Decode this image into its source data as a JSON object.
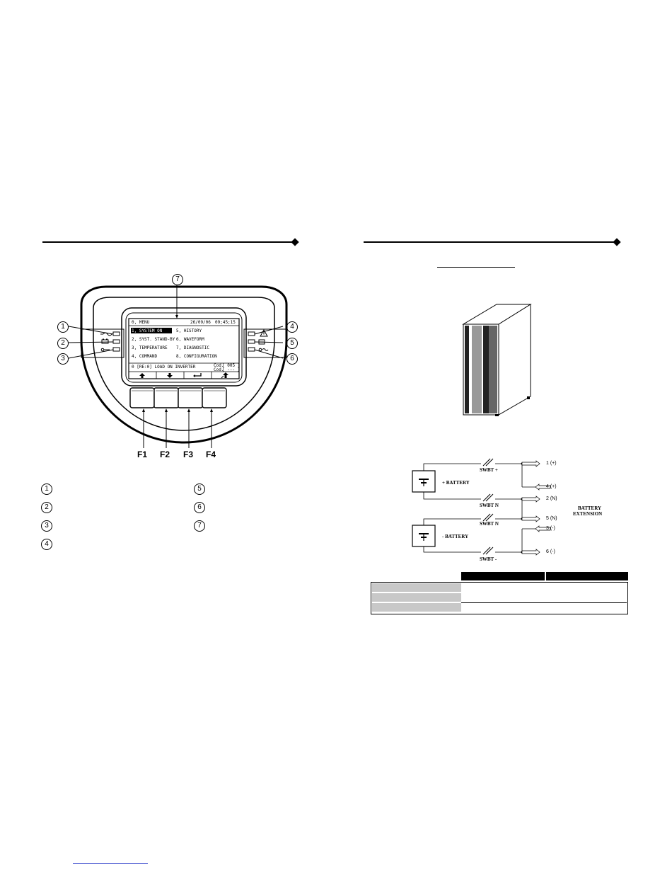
{
  "left_page": {
    "lcd": {
      "title": "0, MENU",
      "date": "26/09/06",
      "time": "09;45;15",
      "menu_left": [
        "1, SYSTEM ON",
        "2, SYST. STAND-BY",
        "3, TEMPERATURE",
        "4, COMMAND"
      ],
      "menu_right": [
        "5, HISTORY",
        "6, WAVEFORM",
        "7, DIAGNOSTIC",
        "8, CONFIGURATION"
      ],
      "status": "0 [RE:0] LOAD ON INVERTER",
      "cod_line1": "Cod.",
      "cod_value1": "[ 005 ]",
      "cod_line2": "Cod.",
      "cod_value2": "[ --- ]"
    },
    "softkey_icons": [
      "up-arrow-icon",
      "down-arrow-icon",
      "enter-icon",
      "return-up-icon"
    ],
    "function_keys": [
      "F1",
      "F2",
      "F3",
      "F4"
    ],
    "callouts_left": [
      "1",
      "2",
      "3"
    ],
    "callouts_right": [
      "4",
      "5",
      "6"
    ],
    "callout_top": "7",
    "legend_left": [
      "1",
      "2",
      "3",
      "4"
    ],
    "legend_right": [
      "5",
      "6",
      "7"
    ]
  },
  "right_page": {
    "diagram": {
      "switches": [
        "SWBT +",
        "SWBT N",
        "SWBT N",
        "SWBT -"
      ],
      "batteries": [
        "+ BATTERY",
        "- BATTERY"
      ],
      "terminals": [
        "1  (+)",
        "4  (+)",
        "2  (N)",
        "5  (N)",
        "3  (-)",
        "6  (-)"
      ],
      "extension_label_1": "BATTERY",
      "extension_label_2": "EXTENSION"
    }
  }
}
